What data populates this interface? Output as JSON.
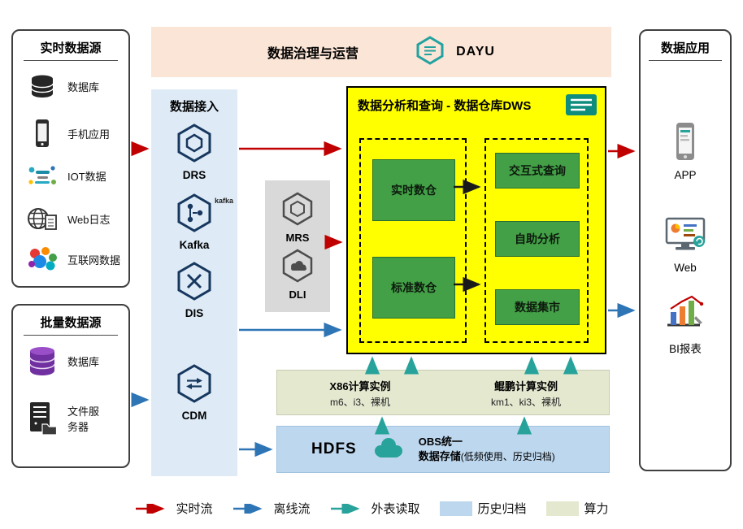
{
  "colors": {
    "realtime_flow": "#C00000",
    "offline_flow": "#2E75B6",
    "external_read": "#27A39B",
    "history_archive": "#BDD7EE",
    "compute_power": "#E3E8CF",
    "dws_background": "#FFFF00",
    "green_module": "#43A047",
    "ingestion_background": "#DEEBF7",
    "governance_background": "#FBE5D6",
    "processing_background": "#D9D9D9"
  },
  "governance": {
    "title": "数据治理与运营",
    "product": "DAYU"
  },
  "realtime_sources": {
    "title": "实时数据源",
    "items": [
      {
        "icon": "database-icon",
        "label": "数据库"
      },
      {
        "icon": "phone-icon",
        "label": "手机应用"
      },
      {
        "icon": "iot-icon",
        "label": "IOT数据"
      },
      {
        "icon": "weblog-icon",
        "label": "Web日志"
      },
      {
        "icon": "internet-icon",
        "label": "互联网数据"
      }
    ]
  },
  "batch_sources": {
    "title": "批量数据源",
    "items": [
      {
        "icon": "database-stack-icon",
        "label": "数据库"
      },
      {
        "icon": "file-server-icon",
        "label": "文件服务器"
      }
    ]
  },
  "ingestion": {
    "title": "数据接入",
    "items": [
      {
        "icon": "drs-icon",
        "label": "DRS"
      },
      {
        "icon": "kafka-icon",
        "label": "Kafka",
        "wordmark": "kafka"
      },
      {
        "icon": "dis-icon",
        "label": "DIS"
      },
      {
        "icon": "cdm-icon",
        "label": "CDM"
      }
    ]
  },
  "processing": {
    "items": [
      {
        "icon": "mrs-icon",
        "label": "MRS"
      },
      {
        "icon": "dli-icon",
        "label": "DLI"
      }
    ]
  },
  "dws": {
    "title": "数据分析和查询 - 数据仓库DWS",
    "warehouses": [
      "实时数仓",
      "标准数仓"
    ],
    "services": [
      "交互式查询",
      "自助分析",
      "数据集市"
    ]
  },
  "compute": {
    "items": [
      {
        "title": "X86计算实例",
        "subtitle": "m6、i3、裸机"
      },
      {
        "title": "鲲鹏计算实例",
        "subtitle": "km1、ki3、裸机"
      }
    ]
  },
  "storage": {
    "hdfs_label": "HDFS",
    "obs_line1": "OBS统一",
    "obs_line2": "数据存储",
    "obs_note": "(低频使用、历史归档)"
  },
  "applications": {
    "title": "数据应用",
    "items": [
      {
        "icon": "app-icon",
        "label": "APP"
      },
      {
        "icon": "web-icon",
        "label": "Web"
      },
      {
        "icon": "bi-icon",
        "label": "BI报表"
      }
    ]
  },
  "legend": {
    "items": [
      {
        "label": "实时流",
        "kind": "arrow",
        "color": "#C00000"
      },
      {
        "label": "离线流",
        "kind": "arrow",
        "color": "#2E75B6"
      },
      {
        "label": "外表读取",
        "kind": "arrow",
        "color": "#27A39B"
      },
      {
        "label": "历史归档",
        "kind": "swatch",
        "color": "#BDD7EE"
      },
      {
        "label": "算力",
        "kind": "swatch",
        "color": "#E3E8CF"
      }
    ]
  }
}
